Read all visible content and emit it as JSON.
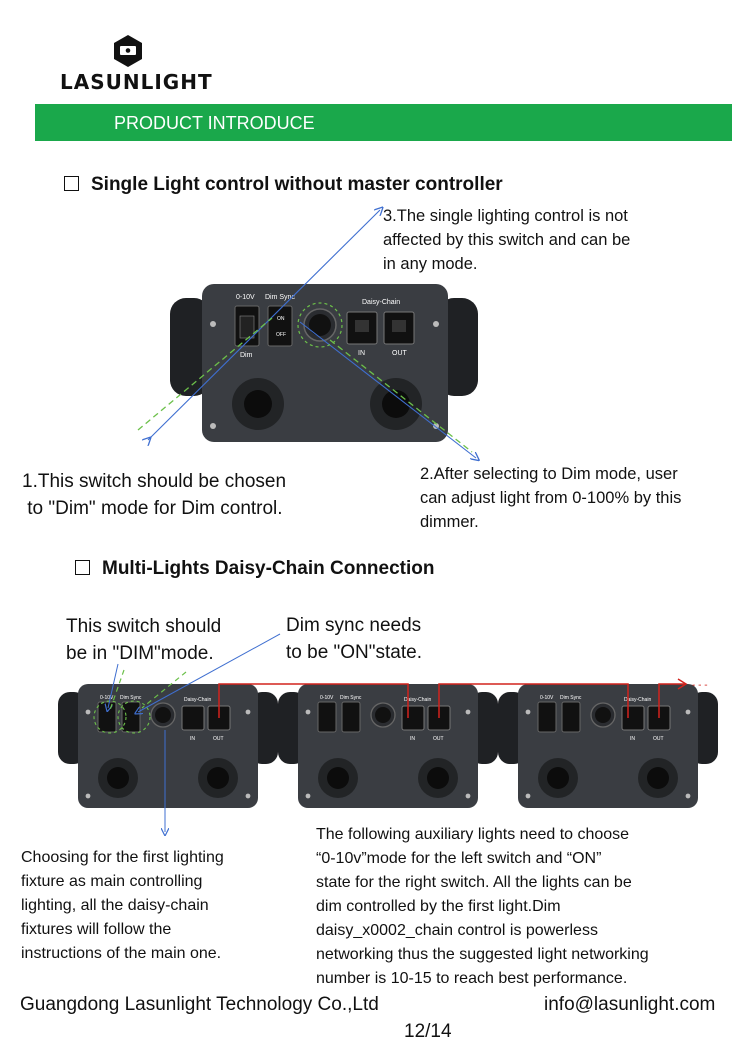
{
  "brand": {
    "name": "LASUNLIGHT"
  },
  "header": {
    "banner_text": "PRODUCT INTRODUCE"
  },
  "section1": {
    "title": "Single Light control without master controller",
    "note_switch": [
      "1.This switch should be chosen",
      " to \"Dim\" mode for Dim control."
    ],
    "note_dimmer": [
      "2.After selecting to Dim mode, user",
      "can adjust light from 0-100% by this",
      "dimmer."
    ],
    "note_single": [
      "3.The single lighting control is not",
      "affected by this switch and can be",
      "in any mode."
    ]
  },
  "section2": {
    "title": "Multi-Lights Daisy-Chain Connection",
    "note_switch_dim": [
      "This switch should",
      "be in \"DIM\"mode."
    ],
    "note_dim_sync": [
      "Dim sync needs",
      "to be \"ON\"state."
    ],
    "note_first": [
      "Choosing for the first lighting",
      "fixture as main controlling",
      "lighting, all the daisy-chain",
      "fixtures will follow the",
      "instructions of the main one."
    ],
    "note_auxiliary": [
      "The following auxiliary lights need to choose",
      "“0-10v”mode for the left switch and “ON”",
      "state for the right switch. All the lights can be",
      "dim controlled by the first light.Dim",
      "daisy_x0002_chain control is powerless",
      "networking thus the suggested light networking",
      "number is 10-15 to reach best performance."
    ],
    "chain_continue": "- - -"
  },
  "device_labels": {
    "zero_ten_v": "0-10V",
    "dim_sync": "Dim Sync",
    "daisy_chain": "Daisy-Chain",
    "on": "ON",
    "off": "OFF",
    "dim": "Dim",
    "in": "IN",
    "out": "OUT"
  },
  "footer": {
    "company": "Guangdong Lasunlight Technology Co.,Ltd",
    "email": "info@lasunlight.com",
    "page": "12/14"
  },
  "colors": {
    "banner": "#1aa84b",
    "arrow_blue": "#3f6fd0",
    "dash_green": "#6cc04a",
    "chain_red": "#d2231d",
    "device_body": "#3a3d42"
  }
}
